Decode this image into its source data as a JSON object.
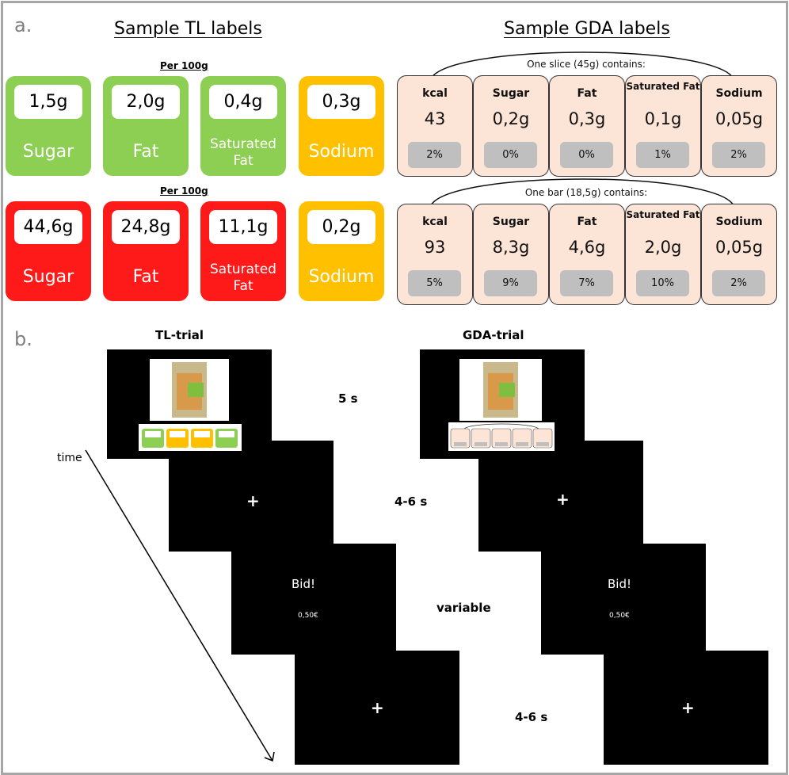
{
  "panel_a": {
    "letter": "a.",
    "tl_title": "Sample TL labels",
    "gda_title": "Sample GDA labels",
    "tl_rows": [
      {
        "per": "Per 100g",
        "items": [
          {
            "value": "1,5g",
            "name": "Sugar",
            "color": "#8dcf52"
          },
          {
            "value": "2,0g",
            "name": "Fat",
            "color": "#8dcf52"
          },
          {
            "value": "0,4g",
            "name": "Saturated Fat",
            "color": "#8dcf52"
          },
          {
            "value": "0,3g",
            "name": "Sodium",
            "color": "#ffc000"
          }
        ]
      },
      {
        "per": "Per 100g",
        "items": [
          {
            "value": "44,6g",
            "name": "Sugar",
            "color": "#ff1a1a"
          },
          {
            "value": "24,8g",
            "name": "Fat",
            "color": "#ff1a1a"
          },
          {
            "value": "11,1g",
            "name": "Saturated Fat",
            "color": "#ff1a1a"
          },
          {
            "value": "0,2g",
            "name": "Sodium",
            "color": "#ffc000"
          }
        ]
      }
    ],
    "gda_rows": [
      {
        "contains": "One slice (45g) contains:",
        "items": [
          {
            "label": "kcal",
            "value": "43",
            "pct": "2%"
          },
          {
            "label": "Sugar",
            "value": "0,2g",
            "pct": "0%"
          },
          {
            "label": "Fat",
            "value": "0,3g",
            "pct": "0%"
          },
          {
            "label": "Saturated Fat",
            "value": "0,1g",
            "pct": "1%"
          },
          {
            "label": "Sodium",
            "value": "0,05g",
            "pct": "2%"
          }
        ]
      },
      {
        "contains": "One bar (18,5g) contains:",
        "items": [
          {
            "label": "kcal",
            "value": "93",
            "pct": "5%"
          },
          {
            "label": "Sugar",
            "value": "8,3g",
            "pct": "9%"
          },
          {
            "label": "Fat",
            "value": "4,6g",
            "pct": "7%"
          },
          {
            "label": "Saturated Fat",
            "value": "2,0g",
            "pct": "10%"
          },
          {
            "label": "Sodium",
            "value": "0,05g",
            "pct": "2%"
          }
        ]
      }
    ]
  },
  "panel_b": {
    "letter": "b.",
    "tl_trial": "TL-trial",
    "gda_trial": "GDA-trial",
    "time_label": "time",
    "durations": [
      "5 s",
      "4-6 s",
      "variable",
      "4-6 s"
    ],
    "fixation": "+",
    "bid": "Bid!",
    "price": "0,50€",
    "colors": {
      "screen": "#000000",
      "text_on_screen": "#ffffff",
      "product_box": "#c9b98a",
      "product_window": "#7fbf3f"
    }
  }
}
